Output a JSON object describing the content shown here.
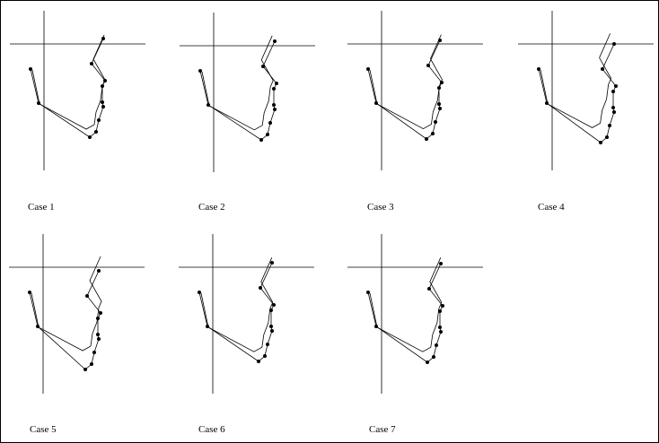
{
  "cases": [
    {
      "label": "Case 1"
    },
    {
      "label": "Case 2"
    },
    {
      "label": "Case 3"
    },
    {
      "label": "Case 4"
    },
    {
      "label": "Case 5"
    },
    {
      "label": "Case 6"
    },
    {
      "label": "Case 7"
    }
  ]
}
